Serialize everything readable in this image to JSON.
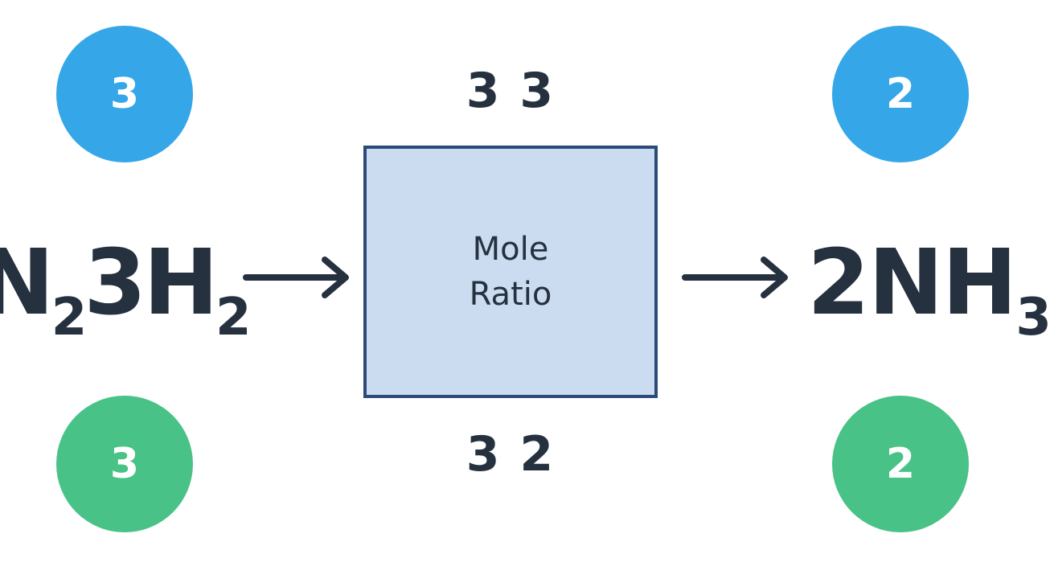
{
  "reactant_formula": {
    "parts": [
      {
        "text": "N",
        "type": "main"
      },
      {
        "text": "2",
        "type": "sub"
      },
      {
        "text": "3H",
        "type": "main"
      },
      {
        "text": "2",
        "type": "sub"
      }
    ]
  },
  "product_formula": {
    "parts": [
      {
        "text": "2NH",
        "type": "main"
      },
      {
        "text": "3",
        "type": "sub"
      }
    ]
  },
  "center_box": {
    "label": "Mole\nRatio"
  },
  "ratios": {
    "top": "3 3",
    "bottom": "3 2"
  },
  "coefficients": {
    "top_left": "3",
    "bottom_left": "3",
    "top_right": "2",
    "bottom_right": "2"
  },
  "colors": {
    "blue_circle": "#35a6e8",
    "green_circle": "#48c286",
    "box_fill": "#cbdcf0",
    "box_border": "#2b4a78",
    "text": "#26313f"
  }
}
